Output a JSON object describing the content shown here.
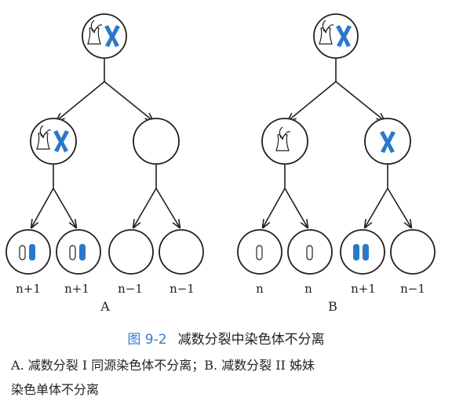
{
  "figure": {
    "number": "图 9-2",
    "title": "减数分裂中染色体不分离",
    "legend_line1": "A. 减数分裂 I 同源染色体不分离；B. 减数分裂 II 姊妹",
    "legend_line2": "染色单体不分离"
  },
  "panels": {
    "A": {
      "label": "A",
      "gamete_labels": [
        "n+1",
        "n+1",
        "n−1",
        "n−1"
      ]
    },
    "B": {
      "label": "B",
      "gamete_labels": [
        "n",
        "n",
        "n+1",
        "n−1"
      ]
    }
  },
  "colors": {
    "outline": "#231f20",
    "chromosome_blue": "#2a78c9",
    "caption_blue": "#3a78c9"
  }
}
